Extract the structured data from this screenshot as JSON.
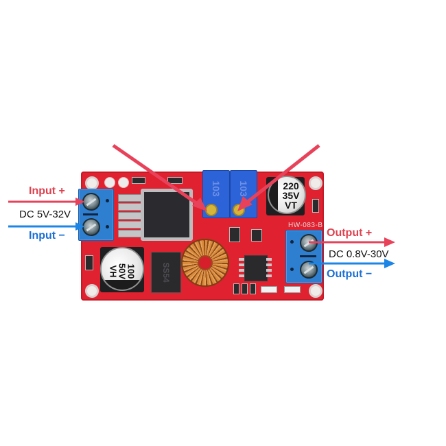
{
  "image": {
    "subject": "DC-DC step-down buck converter module with annotated input/output terminals",
    "background": "#ffffff"
  },
  "labels": {
    "input_positive": "Input +",
    "input_negative": "Input −",
    "input_voltage": "DC 5V-32V",
    "output_positive": "Output +",
    "output_negative": "Output −",
    "output_voltage": "DC 0.8V-30V"
  },
  "board": {
    "model": "HW-083-B",
    "color": "#e0212f",
    "components": {
      "pot_left_marking": "103",
      "pot_right_marking": "103",
      "cap_top": [
        "220",
        "35V",
        "VT"
      ],
      "cap_bottom": [
        "100",
        "50V",
        "VH"
      ],
      "diode_marking": "SS54"
    }
  },
  "colors": {
    "positive_arrow": "#e8425a",
    "negative_arrow": "#1b86e6",
    "terminal_blue": "#2f7fd1",
    "pot_blue": "#2d63d8"
  }
}
